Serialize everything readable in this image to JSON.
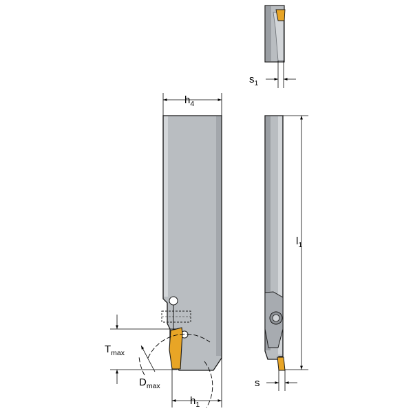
{
  "colors": {
    "body_fill": "#b9bdc1",
    "body_light": "#d3d6d9",
    "body_dark": "#8d9196",
    "insert": "#e8a526",
    "insert_dark": "#b97d14",
    "outline": "#1a1a1a",
    "dim_line": "#000000",
    "dashed": "#000000"
  },
  "dimensions": {
    "s1": {
      "base": "s",
      "sub": "1"
    },
    "h4": {
      "base": "h",
      "sub": "4"
    },
    "l1": {
      "base": "l",
      "sub": "1"
    },
    "tmax": {
      "base": "T",
      "sub": "max"
    },
    "dmax": {
      "base": "D",
      "sub": "max"
    },
    "h1": {
      "base": "h",
      "sub": "1"
    },
    "s": {
      "base": "s",
      "sub": ""
    }
  }
}
